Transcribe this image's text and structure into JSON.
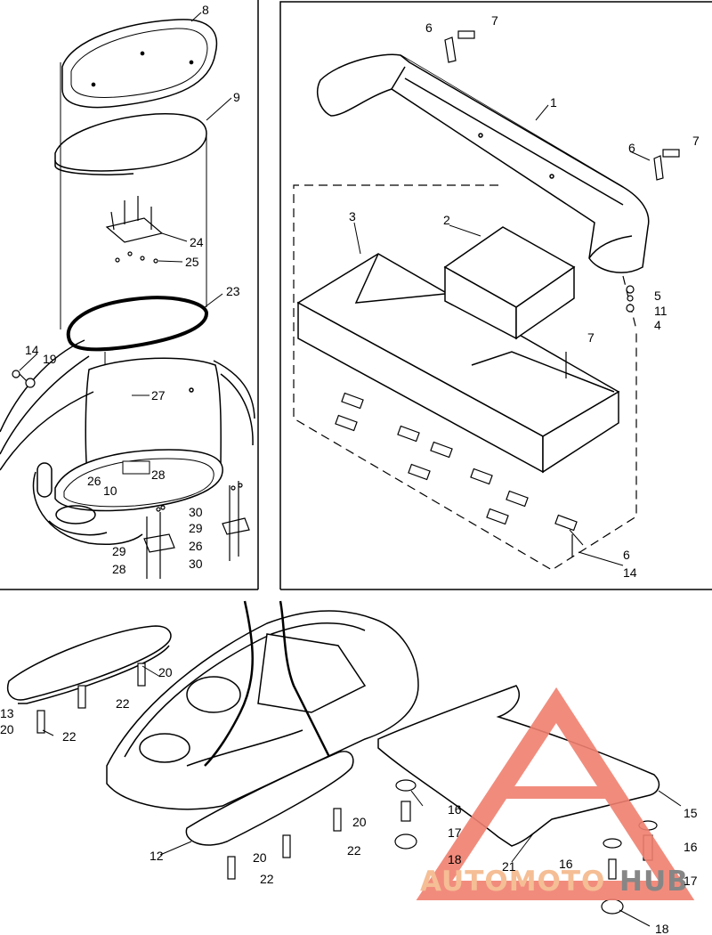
{
  "diagram": {
    "title": "",
    "callouts": {
      "c1": "1",
      "c2": "2",
      "c3": "3",
      "c4": "4",
      "c5": "5",
      "c6a": "6",
      "c6b": "6",
      "c6c": "6",
      "c7a": "7",
      "c7b": "7",
      "c7c": "7",
      "c8": "8",
      "c9": "9",
      "c10": "10",
      "c11": "11",
      "c12": "12",
      "c13": "13",
      "c14a": "14",
      "c14b": "14",
      "c15": "15",
      "c16a": "16",
      "c16b": "16",
      "c16c": "16",
      "c17a": "17",
      "c17b": "17",
      "c18a": "18",
      "c18b": "18",
      "c19": "19",
      "c20a": "20",
      "c20b": "20",
      "c20c": "20",
      "c20d": "20",
      "c21": "21",
      "c22a": "22",
      "c22b": "22",
      "c22c": "22",
      "c22d": "22",
      "c23": "23",
      "c24": "24",
      "c25": "25",
      "c26a": "26",
      "c26b": "26",
      "c27": "27",
      "c28a": "28",
      "c28b": "28",
      "c29a": "29",
      "c29b": "29",
      "c30a": "30",
      "c30b": "30"
    }
  },
  "watermark": {
    "text_part1": "AUTOMOTO",
    "text_part2": "HUB",
    "color_primary": "#f08070",
    "color_secondary": "#f5b78a",
    "color_dark": "#7a7a7a"
  }
}
